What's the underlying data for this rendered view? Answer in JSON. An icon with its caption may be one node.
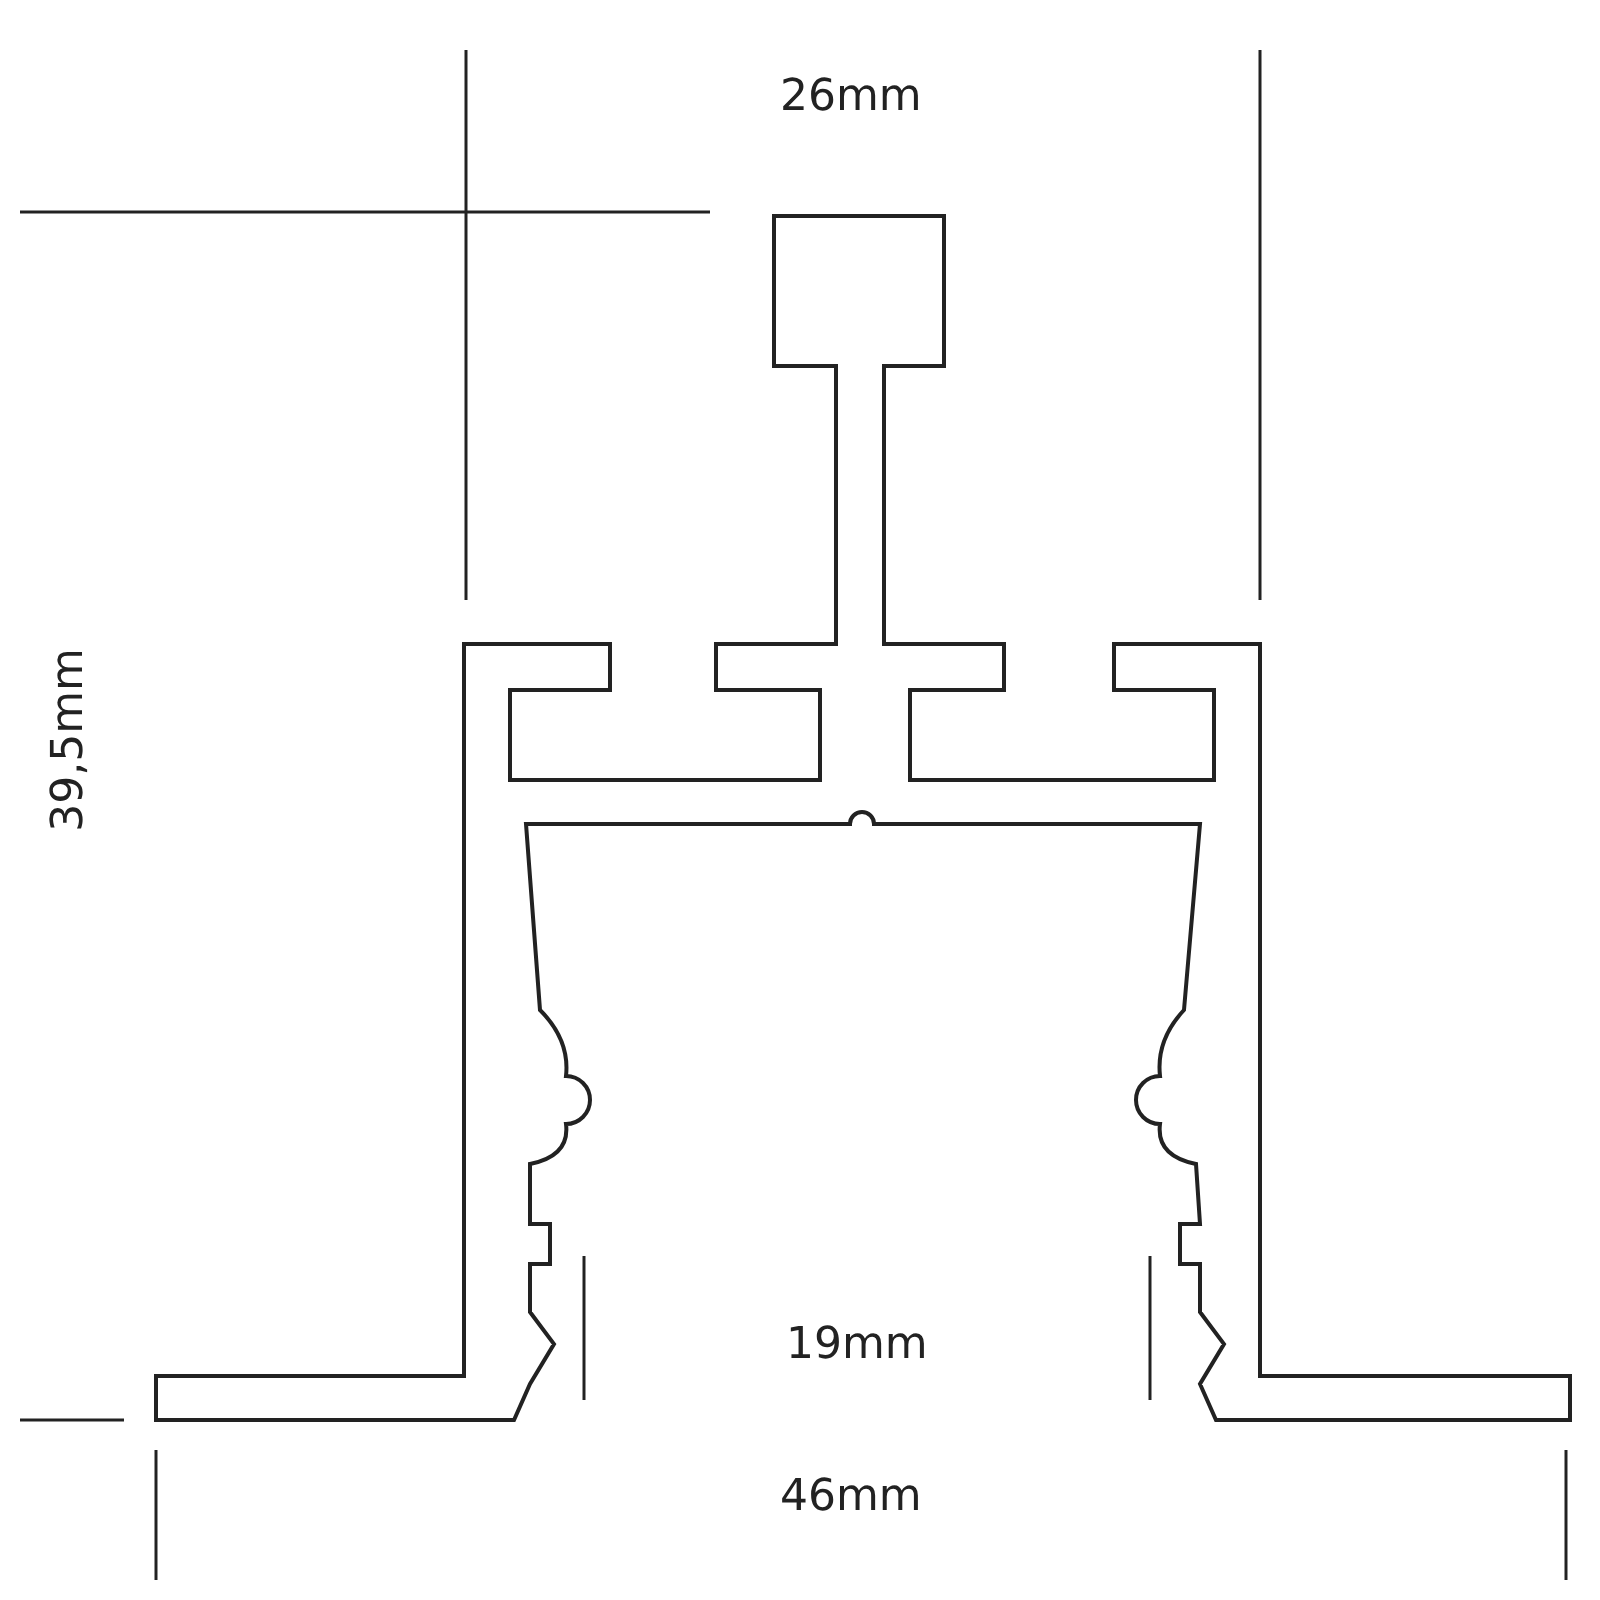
{
  "diagram": {
    "labels": [
      "26mm",
      "39,5mm",
      "19mm",
      "46mm"
    ]
  }
}
